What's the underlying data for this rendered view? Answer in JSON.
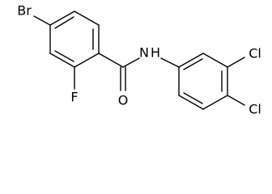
{
  "molecule": {
    "atoms": {
      "bromine": "Br",
      "fluorine": "F",
      "oxygen": "O",
      "amide_nitrogen": "N",
      "amide_hydrogen": "H",
      "chlorine_meta": "Cl",
      "chlorine_para": "Cl"
    },
    "colors": {
      "bond": "#000000",
      "label": "#000000",
      "background": "#ffffff"
    }
  }
}
